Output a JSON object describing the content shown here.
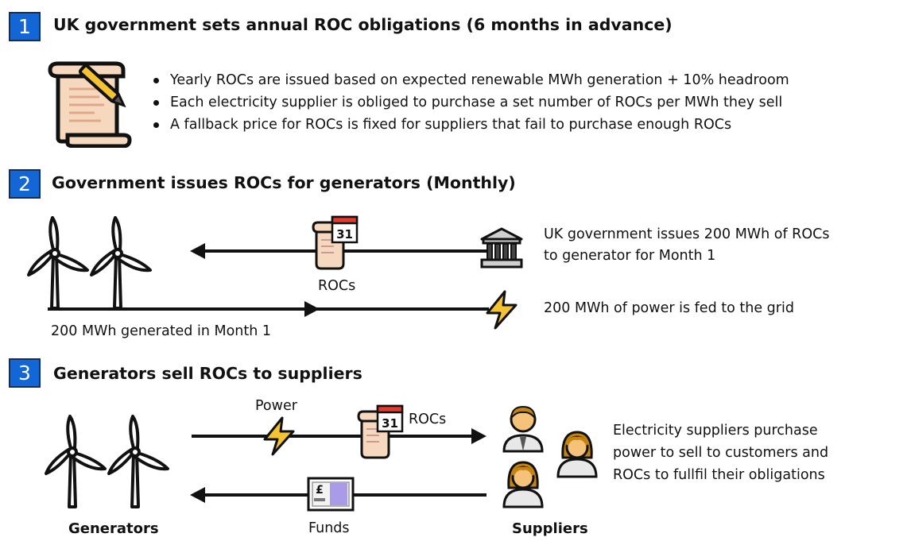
{
  "steps": [
    {
      "number": "1",
      "title": "UK government sets annual ROC obligations (6 months in advance)",
      "bullets": [
        "Yearly ROCs are issued based on expected renewable MWh generation + 10% headroom",
        "Each electricity supplier is obliged to purchase a set number of ROCs per MWh they sell",
        "A fallback price for ROCs is fixed for suppliers that fail to purchase enough ROCs"
      ]
    },
    {
      "number": "2",
      "title": "Government issues ROCs for generators (Monthly)",
      "rocs_label": "ROCs",
      "calendar_day": "31",
      "issue_text_line1": "UK government issues 200 MWh of ROCs",
      "issue_text_line2": "to generator for Month 1",
      "generated_label": "200 MWh generated in Month 1",
      "grid_text": "200 MWh of power is fed to the grid"
    },
    {
      "number": "3",
      "title": "Generators sell ROCs to suppliers",
      "power_label": "Power",
      "rocs_label": "ROCs",
      "calendar_day": "31",
      "funds_label": "Funds",
      "pound_symbol": "£",
      "generators_label": "Generators",
      "suppliers_label": "Suppliers",
      "description_lines": [
        "Electricity suppliers purchase",
        "power to sell to customers and",
        "ROCs to fullfil their obligations"
      ]
    }
  ],
  "colors": {
    "badge": "#1366d6",
    "scroll": "#f6d8be",
    "calendar_red": "#e23b2e",
    "lightning": "#f4c233",
    "skin": "#f5c27a",
    "hair": "#c58410",
    "note_purple": "#a99be8",
    "bank": "#d0d0d0"
  }
}
